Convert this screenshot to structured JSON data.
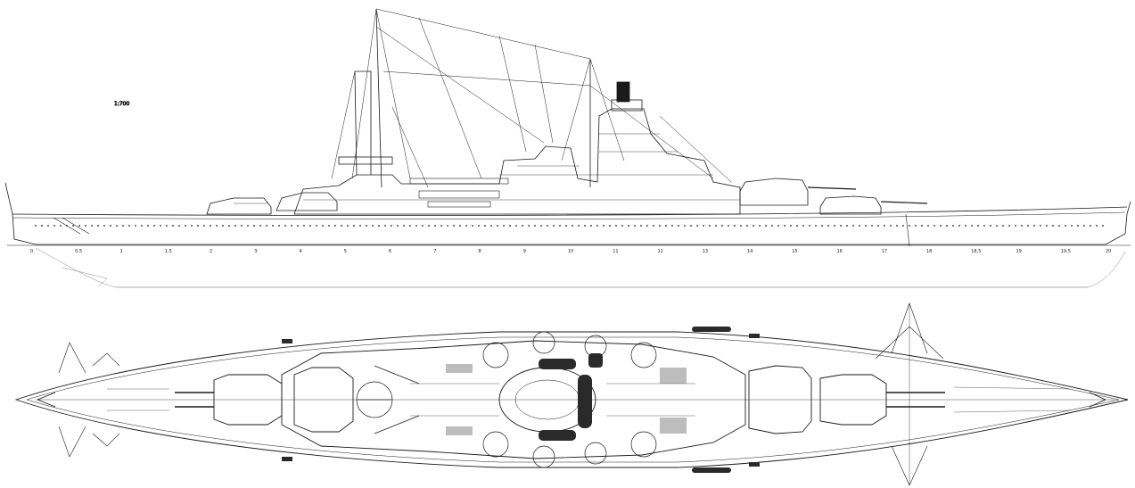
{
  "drawing": {
    "ink_color": "#1a1a1a",
    "light_ink_color": "#8a8a8a",
    "paper_color": "#ffffff",
    "dark_fill_color": "#2a2a2a",
    "grey_fill_color": "#bdbdbd"
  },
  "profile_view": {
    "faded_label": "1:700",
    "frame_numbers": [
      "0",
      "0,5",
      "1",
      "1,5",
      "2",
      "3",
      "4",
      "5",
      "6",
      "7",
      "8",
      "9",
      "10",
      "11",
      "12",
      "13",
      "14",
      "15",
      "16",
      "17",
      "18",
      "18,5",
      "19",
      "19,5",
      "20"
    ]
  },
  "plan_view": {
    "icons": [
      "anchor-icon",
      "turret-icon",
      "funnel-icon",
      "crane-icon"
    ]
  }
}
